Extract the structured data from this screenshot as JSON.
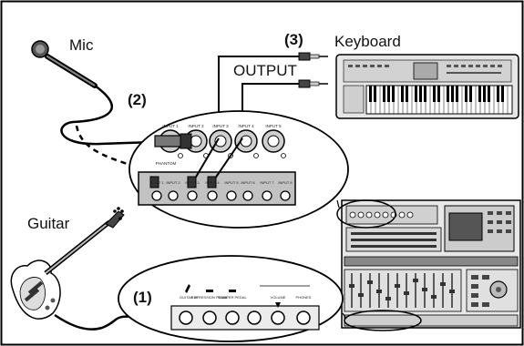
{
  "labels": {
    "mic": "Mic",
    "keyboard": "Keyboard",
    "output": "OUTPUT",
    "guitar": "Guitar"
  },
  "steps": {
    "step1": "(1)",
    "step2": "(2)",
    "step3": "(3)"
  },
  "panel_labels": {
    "inputs": [
      "INPUT 1",
      "INPUT 2",
      "INPUT 3",
      "INPUT 4",
      "INPUT 5"
    ],
    "phantom": "PHANTOM",
    "rear_inputs": [
      "INPUT 1",
      "INPUT 2",
      "INPUT 3",
      "INPUT 4",
      "INPUT 5",
      "INPUT 6",
      "INPUT 7",
      "INPUT 8"
    ],
    "front": [
      "GUITAR IN",
      "EXPRESSION PEDAL",
      "DAMPER PEDAL",
      "VOLUME",
      "PHONES"
    ]
  }
}
